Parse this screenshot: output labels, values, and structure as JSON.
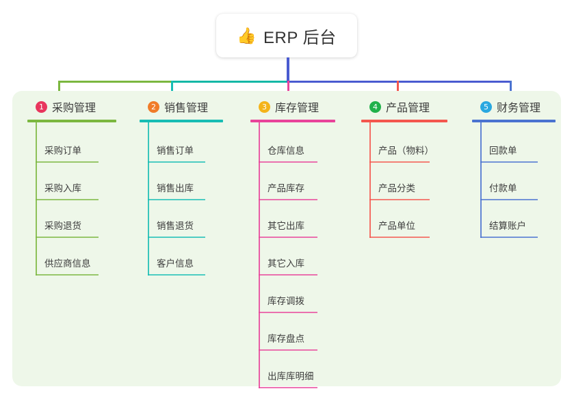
{
  "root": {
    "icon": "thumbs-up-icon",
    "emoji": "👍",
    "title": "ERP 后台"
  },
  "panel": {
    "background": "#eef7e9"
  },
  "connector": {
    "trunk_color": "#4a5bd0",
    "bar_segments": [
      {
        "name": "left-green",
        "color": "#7bb73f"
      },
      {
        "name": "mid-teal",
        "color": "#14b8a6"
      },
      {
        "name": "right-indigo",
        "color": "#4a5bd0"
      }
    ]
  },
  "columns": [
    {
      "index": "1",
      "badge_label": "❶",
      "badge_color": "#e8365d",
      "line_color": "#7bb73f",
      "title": "采购管理",
      "items": [
        {
          "label": "采购订单"
        },
        {
          "label": "采购入库"
        },
        {
          "label": "采购退货"
        },
        {
          "label": "供应商信息"
        }
      ]
    },
    {
      "index": "2",
      "badge_label": "❷",
      "badge_color": "#f07c29",
      "line_color": "#17bdb4",
      "title": "销售管理",
      "items": [
        {
          "label": "销售订单"
        },
        {
          "label": "销售出库"
        },
        {
          "label": "销售退货"
        },
        {
          "label": "客户信息"
        }
      ]
    },
    {
      "index": "3",
      "badge_label": "❸",
      "badge_color": "#f4b41a",
      "line_color": "#e8439a",
      "title": "库存管理",
      "items": [
        {
          "label": "仓库信息"
        },
        {
          "label": "产品库存"
        },
        {
          "label": "其它出库"
        },
        {
          "label": "其它入库"
        },
        {
          "label": "库存调拨"
        },
        {
          "label": "库存盘点"
        },
        {
          "label": "出库库明细"
        }
      ]
    },
    {
      "index": "4",
      "badge_label": "❹",
      "badge_color": "#21b14b",
      "line_color": "#f4574e",
      "title": "产品管理",
      "items": [
        {
          "label": "产品（物料）"
        },
        {
          "label": "产品分类"
        },
        {
          "label": "产品单位"
        }
      ]
    },
    {
      "index": "5",
      "badge_label": "❺",
      "badge_color": "#29a8e0",
      "line_color": "#4a72d0",
      "title": "财务管理",
      "items": [
        {
          "label": "回款单"
        },
        {
          "label": "付款单"
        },
        {
          "label": "结算账户"
        }
      ]
    }
  ]
}
